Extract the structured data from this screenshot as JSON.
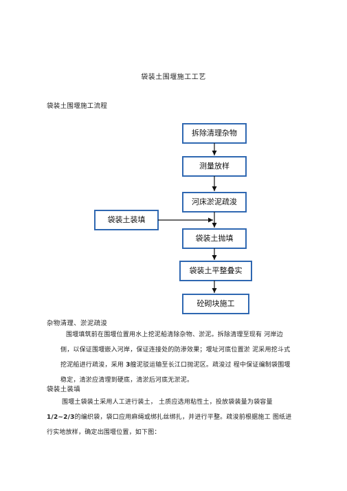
{
  "document": {
    "title": "袋装土围堰施工工艺",
    "section1_heading": "袋装土围堰施工流程",
    "flowchart": {
      "steps": [
        "拆除清理杂物",
        "测量放样",
        "河床淤泥疏浚",
        "袋装土抛填",
        "袋装土平整叠实",
        "砼砌块施工"
      ],
      "side_input": "袋装土装填"
    },
    "section2_heading": "杂物清理、淤泥疏浚",
    "section2_lines": [
      "围堰填筑前在围堰位置用水上挖泥船清除杂物、淤泥。拆除清理至现有 河岸边",
      "侧，以保证围堰嵌入河岸，保证连接处的防渗效果；堰址河底位置淤 泥采用挖斗式",
      "挖泥船进行疏浚，采用 ",
      "3",
      "艘泥驳运输至长江口抛泥区。疏浚过 程中保证编制袋围堰",
      "稳定，清淤应清理到硬底，清淤后河底无淤泥。"
    ],
    "section3_heading": "袋装土装填",
    "section3_lines": [
      "围堰土袋装土采用人工进行装土，  土质应选用粘性土，投放袋装量为袋容量",
      "1/2~2/3",
      "的编织袋，袋口应用麻绳或绑扎丝绑扎，并进行平整。疏浚前根据施工 图纸进",
      "行实地放样，确定出围堰位置，如下图："
    ]
  }
}
